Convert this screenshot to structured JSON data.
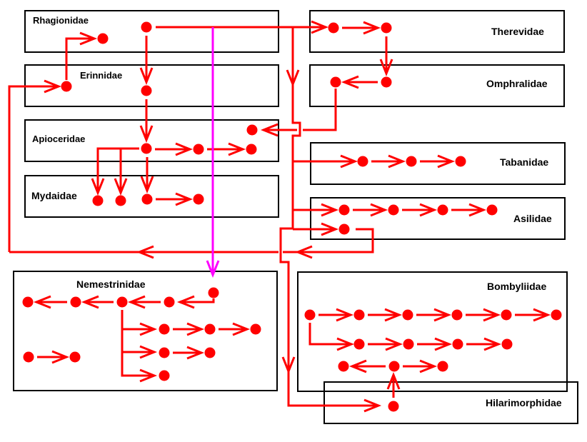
{
  "title": "Phylogenetic diagram of asiloid / tabanomorph fly families",
  "colors": {
    "edge": "#ff0000",
    "node": "#ff0000",
    "highlight_edge": "#ff00ff",
    "box_border": "#000000",
    "background": "#ffffff"
  },
  "families": [
    {
      "id": "rhagionidae",
      "label": "Rhagionidae"
    },
    {
      "id": "erinnidae",
      "label": "Erinnidae"
    },
    {
      "id": "apioceridae",
      "label": "Apioceridae"
    },
    {
      "id": "mydaidae",
      "label": "Mydaidae"
    },
    {
      "id": "therevidae",
      "label": "Therevidae"
    },
    {
      "id": "omphralidae",
      "label": "Omphralidae"
    },
    {
      "id": "tabanidae",
      "label": "Tabanidae"
    },
    {
      "id": "asilidae",
      "label": "Asilidae"
    },
    {
      "id": "nemestrinidae",
      "label": "Nemestrinidae"
    },
    {
      "id": "bombyliidae",
      "label": "Bombyliidae"
    },
    {
      "id": "hilarimorphidae",
      "label": "Hilarimorphidae"
    }
  ],
  "node_counts": {
    "rhagionidae": 2,
    "erinnidae": 2,
    "apioceridae": 4,
    "mydaidae": 4,
    "therevidae": 2,
    "omphralidae": 2,
    "tabanidae": 3,
    "asilidae": 5,
    "nemestrinidae": 12,
    "bombyliidae": 14,
    "hilarimorphidae": 1
  },
  "highlighted_link": {
    "from": "rhagionidae",
    "to": "nemestrinidae",
    "color": "magenta"
  }
}
